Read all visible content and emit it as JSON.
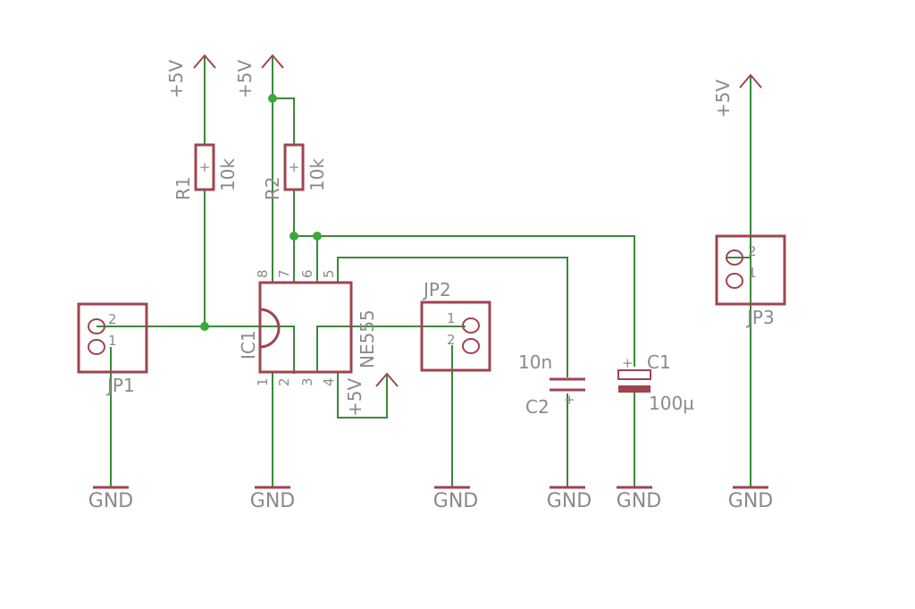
{
  "labels": {
    "supply": "+5V",
    "ground": "GND",
    "r1_name": "R1",
    "r1_value": "10k",
    "r2_name": "R2",
    "r2_value": "10k",
    "ic_name": "IC1",
    "ic_value": "NE555",
    "ic_pins": [
      "1",
      "2",
      "3",
      "4",
      "5",
      "6",
      "7",
      "8"
    ],
    "jp1": "JP1",
    "jp2": "JP2",
    "jp3": "JP3",
    "conn_pins": [
      "1",
      "2"
    ],
    "c1_name": "C1",
    "c1_value": "100µ",
    "c1_polarity": "+",
    "c2_name": "C2",
    "c2_value": "10n",
    "c2_polarity": "+",
    "resistor_polarity": "+"
  },
  "colors": {
    "wire": "#3a8a3a",
    "symbol": "#a04450",
    "junction": "#3aa83a",
    "text": "#8a8a8a"
  }
}
